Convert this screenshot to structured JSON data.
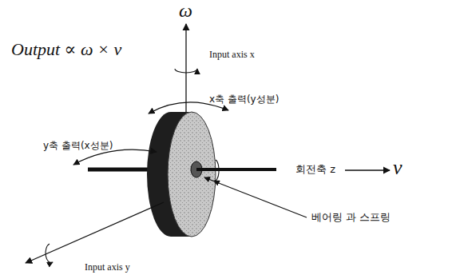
{
  "diagram": {
    "labels": [
      "ω",
      "Output ∝ ω × v",
      "Input axis x",
      "x축 출력(y성분)",
      "회전축 z",
      "v",
      "y축 출력(x성분)",
      "베어링 과 스프링",
      "Input axis y"
    ]
  }
}
